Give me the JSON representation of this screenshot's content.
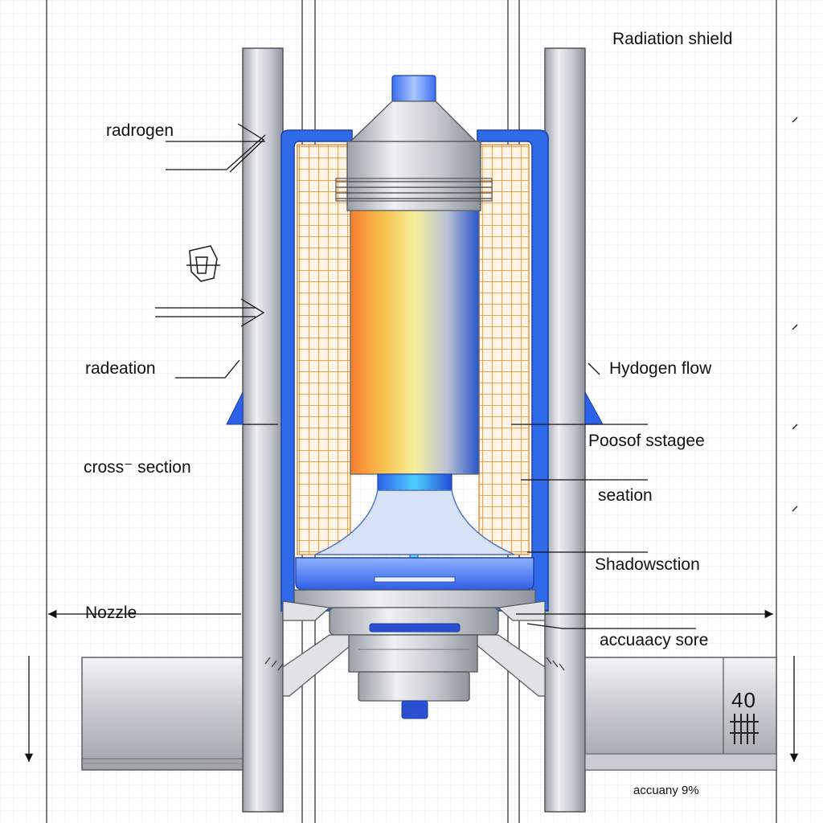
{
  "labels": {
    "radiation_shield": "Radiation shield",
    "radrogen": "radrogen",
    "radeation": "radeation",
    "cross_section": "cross⁻ section",
    "nozzle": "Nozzle",
    "hydrogen_flow": "Hydogen flow",
    "poosof_stage": "Poosof sstagee",
    "seation": "seation",
    "shadowsection": "Shadowsction",
    "accuracy_score": "accuaacy sore",
    "accuracy_pct": "accuany 9%",
    "side_number": "40"
  },
  "colors": {
    "shield_blue": "#1f5fe0",
    "heater_orange": "#f28a1e",
    "core_hot": "#f7a33a",
    "core_cool": "#2a5fd0",
    "steel": "#bfc4cc",
    "grid": "#e4e8ee"
  },
  "icons": [
    "shield-icon"
  ]
}
